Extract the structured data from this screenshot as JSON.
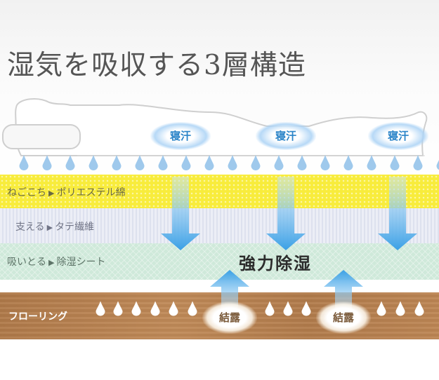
{
  "title": "湿気を吸収する3層構造",
  "sweat_label": "寝汗",
  "layers": [
    {
      "name": "ねごこち",
      "material": "ポリエステル綿"
    },
    {
      "name": "支える",
      "material": "タテ繊維"
    },
    {
      "name": "吸いとる",
      "material": "除湿シート"
    }
  ],
  "arrow_glyph": "▶",
  "floor_label": "フローリング",
  "strong_label": "強力除湿",
  "dew_label": "結露",
  "colors": {
    "layer_top": "#f8ec3c",
    "layer_middle": "#e3e6f0",
    "layer_bottom": "#cfe9da",
    "floor": "#b8814f",
    "drop": "#9fc9ec",
    "arrow": "#3aa0e6"
  }
}
